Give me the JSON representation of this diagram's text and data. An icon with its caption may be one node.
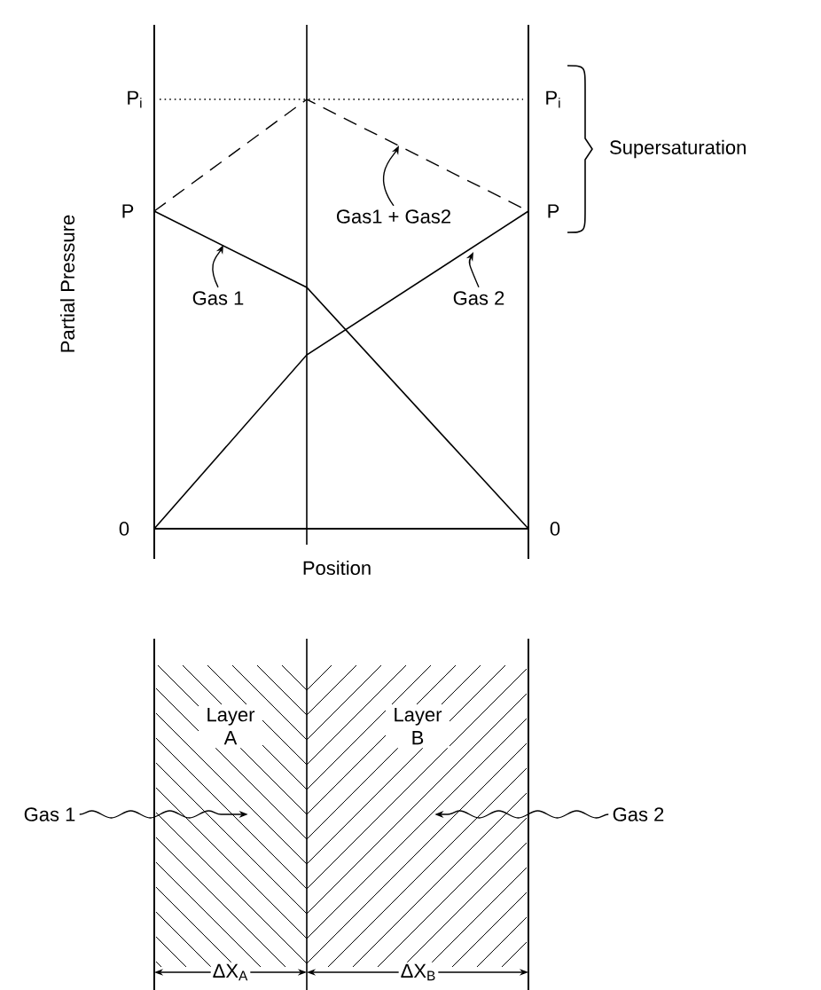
{
  "diagram": {
    "nodes": [
      {
        "text": [
          "Gas1 + Gas2"
        ]
      },
      {
        "text": [
          "Gas 1"
        ]
      },
      {
        "text": [
          "Gas 2"
        ]
      },
      {
        "text": [
          "Layer A"
        ]
      },
      {
        "text": [
          "Layer B"
        ]
      },
      {
        "text": [
          "Gas 1"
        ]
      },
      {
        "text": [
          "Gas 2"
        ]
      }
    ],
    "edges": [
      {
        "from": 0,
        "to": null,
        "arrow": "to"
      },
      {
        "from": 1,
        "to": null,
        "arrow": "to"
      },
      {
        "from": 2,
        "to": null,
        "arrow": "to"
      },
      {
        "from": 5,
        "to": 3,
        "arrow": "to"
      },
      {
        "from": 6,
        "to": 4,
        "arrow": "to"
      }
    ],
    "labels": [
      "P$_{i}$",
      "P$_{i}$",
      "Supersaturation",
      "P",
      "P",
      "Partial Pressure",
      "0",
      "0",
      "Position",
      "ΔX$_{A}$",
      "ΔX$_{B}$"
    ]
  }
}
